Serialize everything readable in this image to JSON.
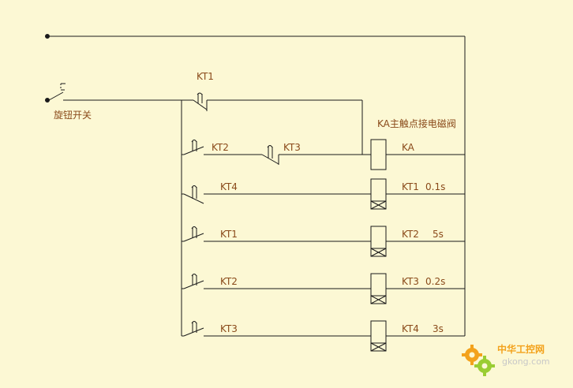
{
  "switch_label": "旋钮开关",
  "valve_label": "KA主触点接电磁阀",
  "contacts": [
    "KT1",
    "KT2",
    "KT3",
    "KT4",
    "KT1",
    "KT2",
    "KT3"
  ],
  "coils": [
    {
      "name": "KA",
      "time": ""
    },
    {
      "name": "KT1",
      "time": "0.1s"
    },
    {
      "name": "KT2",
      "time": "5s"
    },
    {
      "name": "KT3",
      "time": "0.2s"
    },
    {
      "name": "KT4",
      "time": "3s"
    }
  ],
  "watermark": {
    "title": "中华工控网",
    "url": "gkong.com",
    "color": "#f3a21c"
  },
  "colors": {
    "wire": "#1a1a1a",
    "label": "#8a4a1a",
    "background": "#fcf8d4"
  }
}
